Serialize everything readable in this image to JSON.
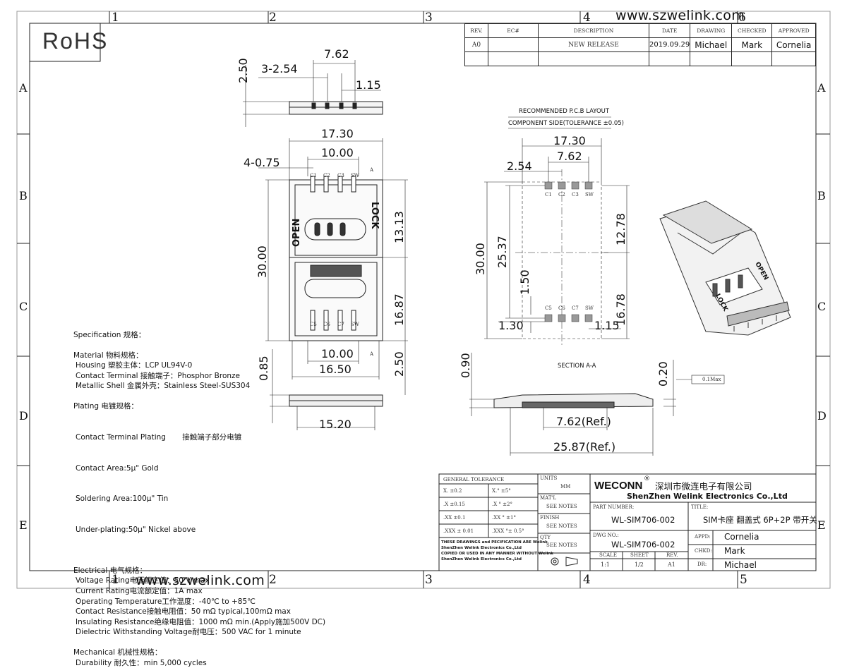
{
  "website": "www.szwelink.com",
  "rohs": "RoHS",
  "grid": {
    "top_numbers": [
      "1",
      "2",
      "3",
      "4",
      "6"
    ],
    "bottom_numbers": [
      "1",
      "2",
      "3",
      "4",
      "5"
    ],
    "letters": [
      "A",
      "B",
      "C",
      "D",
      "E"
    ]
  },
  "revision_table": {
    "headers": [
      "REV.",
      "EC#",
      "DESCRIPTION",
      "DATE",
      "DRAWING",
      "CHECKED",
      "APPROVED"
    ],
    "row": [
      "A0",
      "",
      "NEW RELEASE",
      "2019.09.29",
      "Michael",
      "Mark",
      "Cornelia"
    ]
  },
  "specification": {
    "title": "Specification 规格：",
    "material": {
      "title": "Material 物料规格：",
      "lines": [
        "Housing 塑胶主体：LCP UL94V-0",
        "Contact Terminal 接触端子：Phosphor Bronze",
        "Metallic Shell 金属外壳：Stainless Steel-SUS304"
      ]
    },
    "plating": {
      "title": "Plating 电镀规格：",
      "lines": [
        "Contact Terminal Plating       接触端子部分电镀",
        "Contact Area:5μ\" Gold",
        "Soldering Area:100μ\" Tin",
        "Under-plating:50μ\" Nickel above"
      ]
    },
    "electrical": {
      "title": "Electrical 电气规格：",
      "lines": [
        "Voltage Rating电压额定值：50 V max",
        "Current Rating电流额定值：1A max",
        "Operating Temperature工作温度：-40℃ to +85℃",
        "Contact Resistance接触电阻值：50 mΩ typical,100mΩ max",
        "Insulating Resistance绝缘电阻值：1000 mΩ min.(Apply施加500V DC)",
        "Dielectric Withstanding Voltage耐电压：500 VAC for 1 minute"
      ]
    },
    "mechanical": {
      "title": "Mechanical 机械性规格：",
      "lines": [
        "Durability 耐久性：min 5,000 cycles"
      ]
    }
  },
  "dims": {
    "top_view": [
      "2.50",
      "3-2.54",
      "7.62",
      "1.15"
    ],
    "front": [
      "17.30",
      "4-0.75",
      "10.00",
      "13.13",
      "30.00",
      "16.87",
      "10.00",
      "16.50",
      "2.50"
    ],
    "side": [
      "0.85",
      "15.20"
    ],
    "contacts_top": [
      "C1",
      "C2",
      "C3",
      "SW",
      "A"
    ],
    "contacts_bottom": [
      "C5",
      "C6",
      "C7",
      "SW",
      "A"
    ],
    "open_label": "OPEN",
    "lock_label": "LOCK"
  },
  "pcb": {
    "title": "RECOMMENDED P.C.B LAYOUT",
    "subtitle": "COMPONENT SIDE(TOLERANCE ±0.05)",
    "dims": [
      "17.30",
      "7.62",
      "2.54",
      "30.00",
      "25.37",
      "12.78",
      "1.50",
      "16.78",
      "1.30",
      "1.15"
    ],
    "pads_top": [
      "C1",
      "C2",
      "C3",
      "SW"
    ],
    "pads_bottom": [
      "C5",
      "C6",
      "C7",
      "SW"
    ]
  },
  "section": {
    "title": "SECTION A-A",
    "dims": [
      "0.90",
      "0.20",
      "7.62(Ref.)",
      "25.87(Ref.)"
    ],
    "tolerance_tag": "0.1Max"
  },
  "iso_labels": [
    "OPEN",
    "LOCK"
  ],
  "title_block": {
    "tolerance_title": "GENERAL TOLERANCE",
    "tolerances": [
      [
        "X.  ±0.2",
        "X.°  ±5°"
      ],
      [
        ".X  ±0.15",
        ".X °  ±2°"
      ],
      [
        ".XX  ±0.1",
        ".XX °  ±1°"
      ],
      [
        ".XXX ± 0.01",
        ".XXX °± 0.5°"
      ]
    ],
    "notice": [
      "THESE DRAWINGS and PECIFICATION  ARE Welink",
      "ShenZhen Welink Electronics Co.,Ltd",
      " COPIED OR USED IN ANY MANNER WITHOUT Welink",
      "ShenZhen Welink Electronics Co.,Ltd"
    ],
    "units_label": "UNITS",
    "units_value": "MM",
    "matl_label": "MAT'L",
    "matl_value": "SEE NOTES",
    "finish_label": "FINISH",
    "finish_value": "SEE NOTES",
    "qty_label": "QTY",
    "qty_value": "SEE NOTES",
    "brand": "WECONN",
    "reg": "®",
    "company_cn": "深圳市微连电子有限公司",
    "company_en": "ShenZhen Welink Electronics Co.,Ltd",
    "part_label": "PART NUMBER:",
    "part_number": "WL-SIM706-002",
    "title_label": "TITLE:",
    "title_value": "SIM卡座 翻盖式 6P+2P 带开关",
    "dwg_label": "DWG NO.:",
    "dwg_number": "WL-SIM706-002",
    "scale_label": "SCALE",
    "scale_value": "1:1",
    "sheet_label": "SHEET",
    "sheet_value": "1/2",
    "rev_label": "REV.",
    "rev_value": "A1",
    "appd_label": "APPD:",
    "appd_value": "Cornelia",
    "chkd_label": "CHKD:",
    "chkd_value": "Mark",
    "dr_label": "DR:",
    "dr_value": "Michael"
  }
}
